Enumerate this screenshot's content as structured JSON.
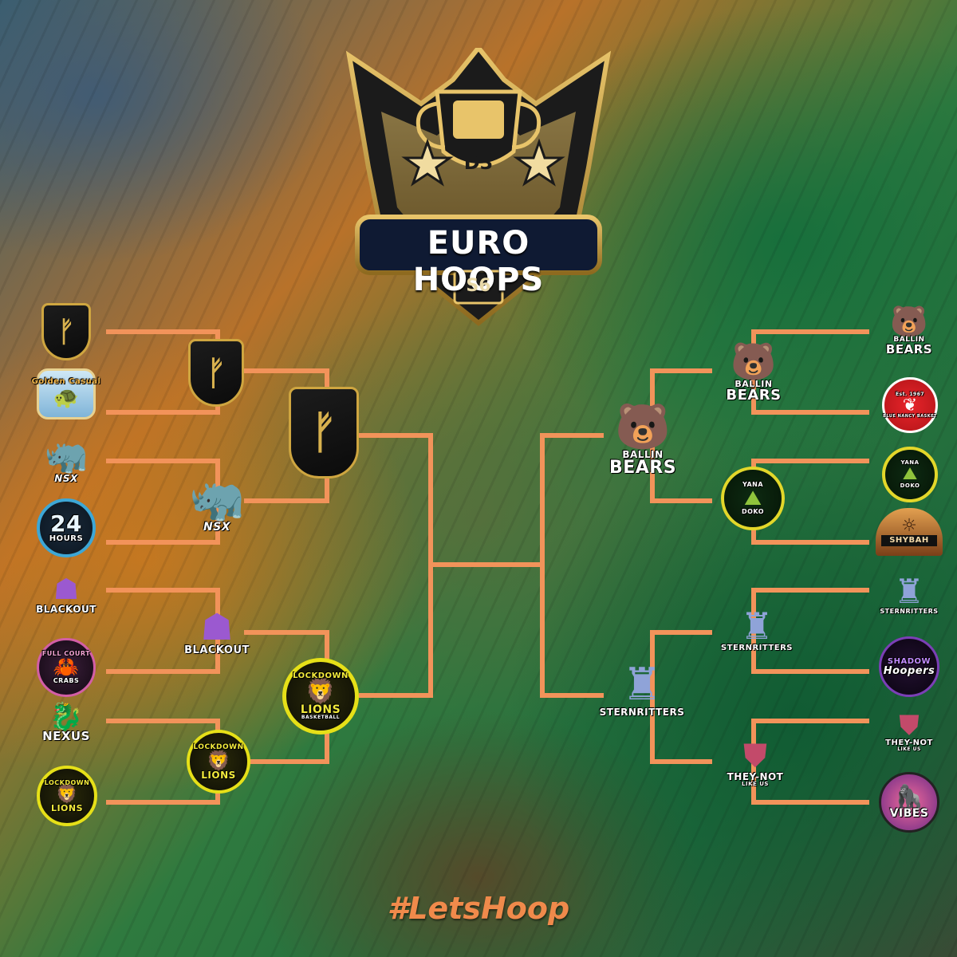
{
  "header": {
    "title": "EURO HOOPS",
    "division": "D3",
    "season": "S6"
  },
  "footer": {
    "hashtag": "#LetsHoop"
  },
  "colors": {
    "bracket_line": "#f2935a",
    "gold": "#cfa640",
    "hashtag": "#f08a4b"
  },
  "teams": {
    "spartans": {
      "name": "",
      "icon": "gold-helmet-shield-icon"
    },
    "golden_casual": {
      "name": "Golden Casual",
      "icon": "turtle-mascot-icon"
    },
    "nsx": {
      "name": "NSX",
      "icon": "rhino-mascot-icon"
    },
    "hours24": {
      "name": "24",
      "sub": "HOURS",
      "icon": "basketball-circle-icon"
    },
    "blackout": {
      "name": "BLACKOUT",
      "icon": "hooded-reaper-icon"
    },
    "full_court_crabs": {
      "name": "FULL COURT",
      "sub": "CRABS",
      "icon": "crab-mascot-icon"
    },
    "nexus": {
      "name": "NEXUS",
      "icon": "dragon-mascot-icon"
    },
    "lockdown_lions": {
      "name": "LOCKDOWN",
      "sub": "LIONS",
      "tag": "BASKETBALL",
      "icon": "lion-mascot-icon"
    },
    "ballin_bears": {
      "name": "BALLIN",
      "sub": "BEARS",
      "icon": "bear-mascot-icon"
    },
    "blue_nancy": {
      "name": "BLUE NANCY BASKET",
      "tag": "Est. 1967",
      "icon": "red-circle-crest-icon"
    },
    "yana_doko": {
      "name": "YANA",
      "sub": "DOKO",
      "icon": "green-map-crest-icon"
    },
    "shybah": {
      "name": "SHYBAH",
      "icon": "desert-sunset-icon"
    },
    "sternritters": {
      "name": "STERNRITTERS",
      "icon": "armored-knight-icon"
    },
    "shadow_hoopers": {
      "name": "SHADOW",
      "sub": "Hoopers",
      "icon": "shadow-cat-icon"
    },
    "they_not_like_us": {
      "name": "THEY-NOT",
      "sub": "LIKE US",
      "icon": "wolf-knight-icon"
    },
    "vibes": {
      "name": "VIBES",
      "icon": "ape-sunset-icon"
    }
  }
}
